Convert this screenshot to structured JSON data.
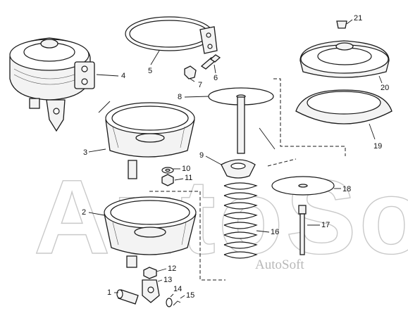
{
  "watermark": {
    "large": "AutoSoft",
    "small": "AutoSoft"
  },
  "callouts": {
    "n1": "1",
    "n2": "2",
    "n3": "3",
    "n4": "4",
    "n5": "5",
    "n6": "6",
    "n7": "7",
    "n8": "8",
    "n9": "9",
    "n10": "10",
    "n11": "11",
    "n12": "12",
    "n13": "13",
    "n14": "14",
    "n15": "15",
    "n16": "16",
    "n17": "17",
    "n18": "18",
    "n19": "19",
    "n20": "20",
    "n21": "21"
  }
}
